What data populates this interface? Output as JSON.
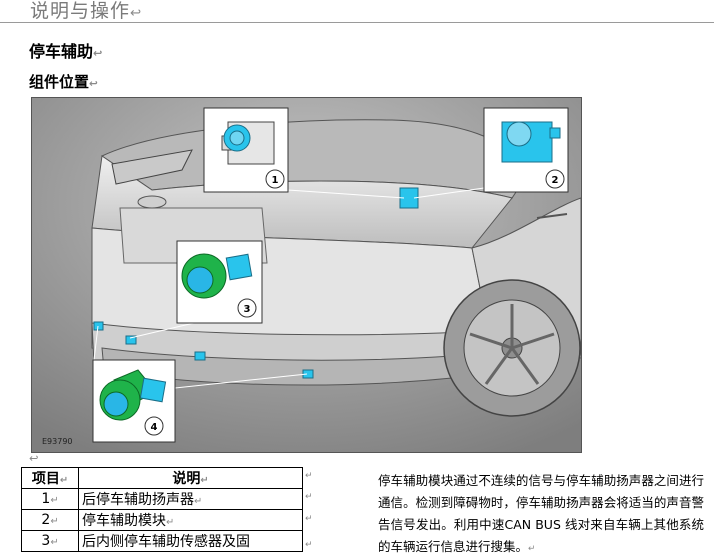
{
  "header": {
    "title": "说明与操作"
  },
  "section_title": "停车辅助",
  "subsection_title": "组件位置",
  "marks": {
    "paragraph": "↵",
    "arrow": "↩"
  },
  "figure": {
    "id_code": "E93790",
    "callouts": [
      "1",
      "2",
      "3",
      "4"
    ],
    "colors": {
      "sensor_body": "#1fb34a",
      "sensor_face": "#29b6e6",
      "module_blue": "#29c4ec",
      "car_body": "#dcdcdc",
      "background": "#9a9a9a"
    }
  },
  "table": {
    "headers": [
      "项目",
      "说明"
    ],
    "rows": [
      {
        "num": "1",
        "desc": "后停车辅助扬声器"
      },
      {
        "num": "2",
        "desc": "停车辅助模块"
      },
      {
        "num": "3",
        "desc": "后内侧停车辅助传感器及固"
      }
    ]
  },
  "paragraph": "停车辅助模块通过不连续的信号与停车辅助扬声器之间进行通信。检测到障碍物时，停车辅助扬声器会将适当的声音警告信号发出。利用中速CAN BUS 线对来自车辆上其他系统的车辆运行信息进行搜集。"
}
